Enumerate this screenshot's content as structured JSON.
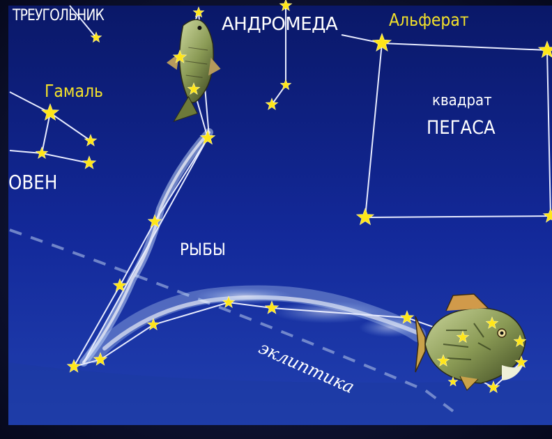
{
  "labels": {
    "triangulum": "ТРЕУГОЛЬНИК",
    "andromeda": "АНДРОМЕДА",
    "alpheratz": "Альферат",
    "hamal": "Гамаль",
    "aries": "ОВЕН",
    "pegasus_line1": "квадрат",
    "pegasus_line2": "ПЕГАСА",
    "pisces": "РЫБЫ",
    "ecliptic": "эклиптика"
  },
  "colors": {
    "sky_top": "#0b1a6e",
    "sky_bottom": "#1d3aa8",
    "star": "#ffe61a",
    "line": "#e8ecff",
    "highlight_label": "#f4e22a"
  },
  "icons": [
    "star-icon",
    "fish-icon",
    "milky-way-cloud"
  ]
}
